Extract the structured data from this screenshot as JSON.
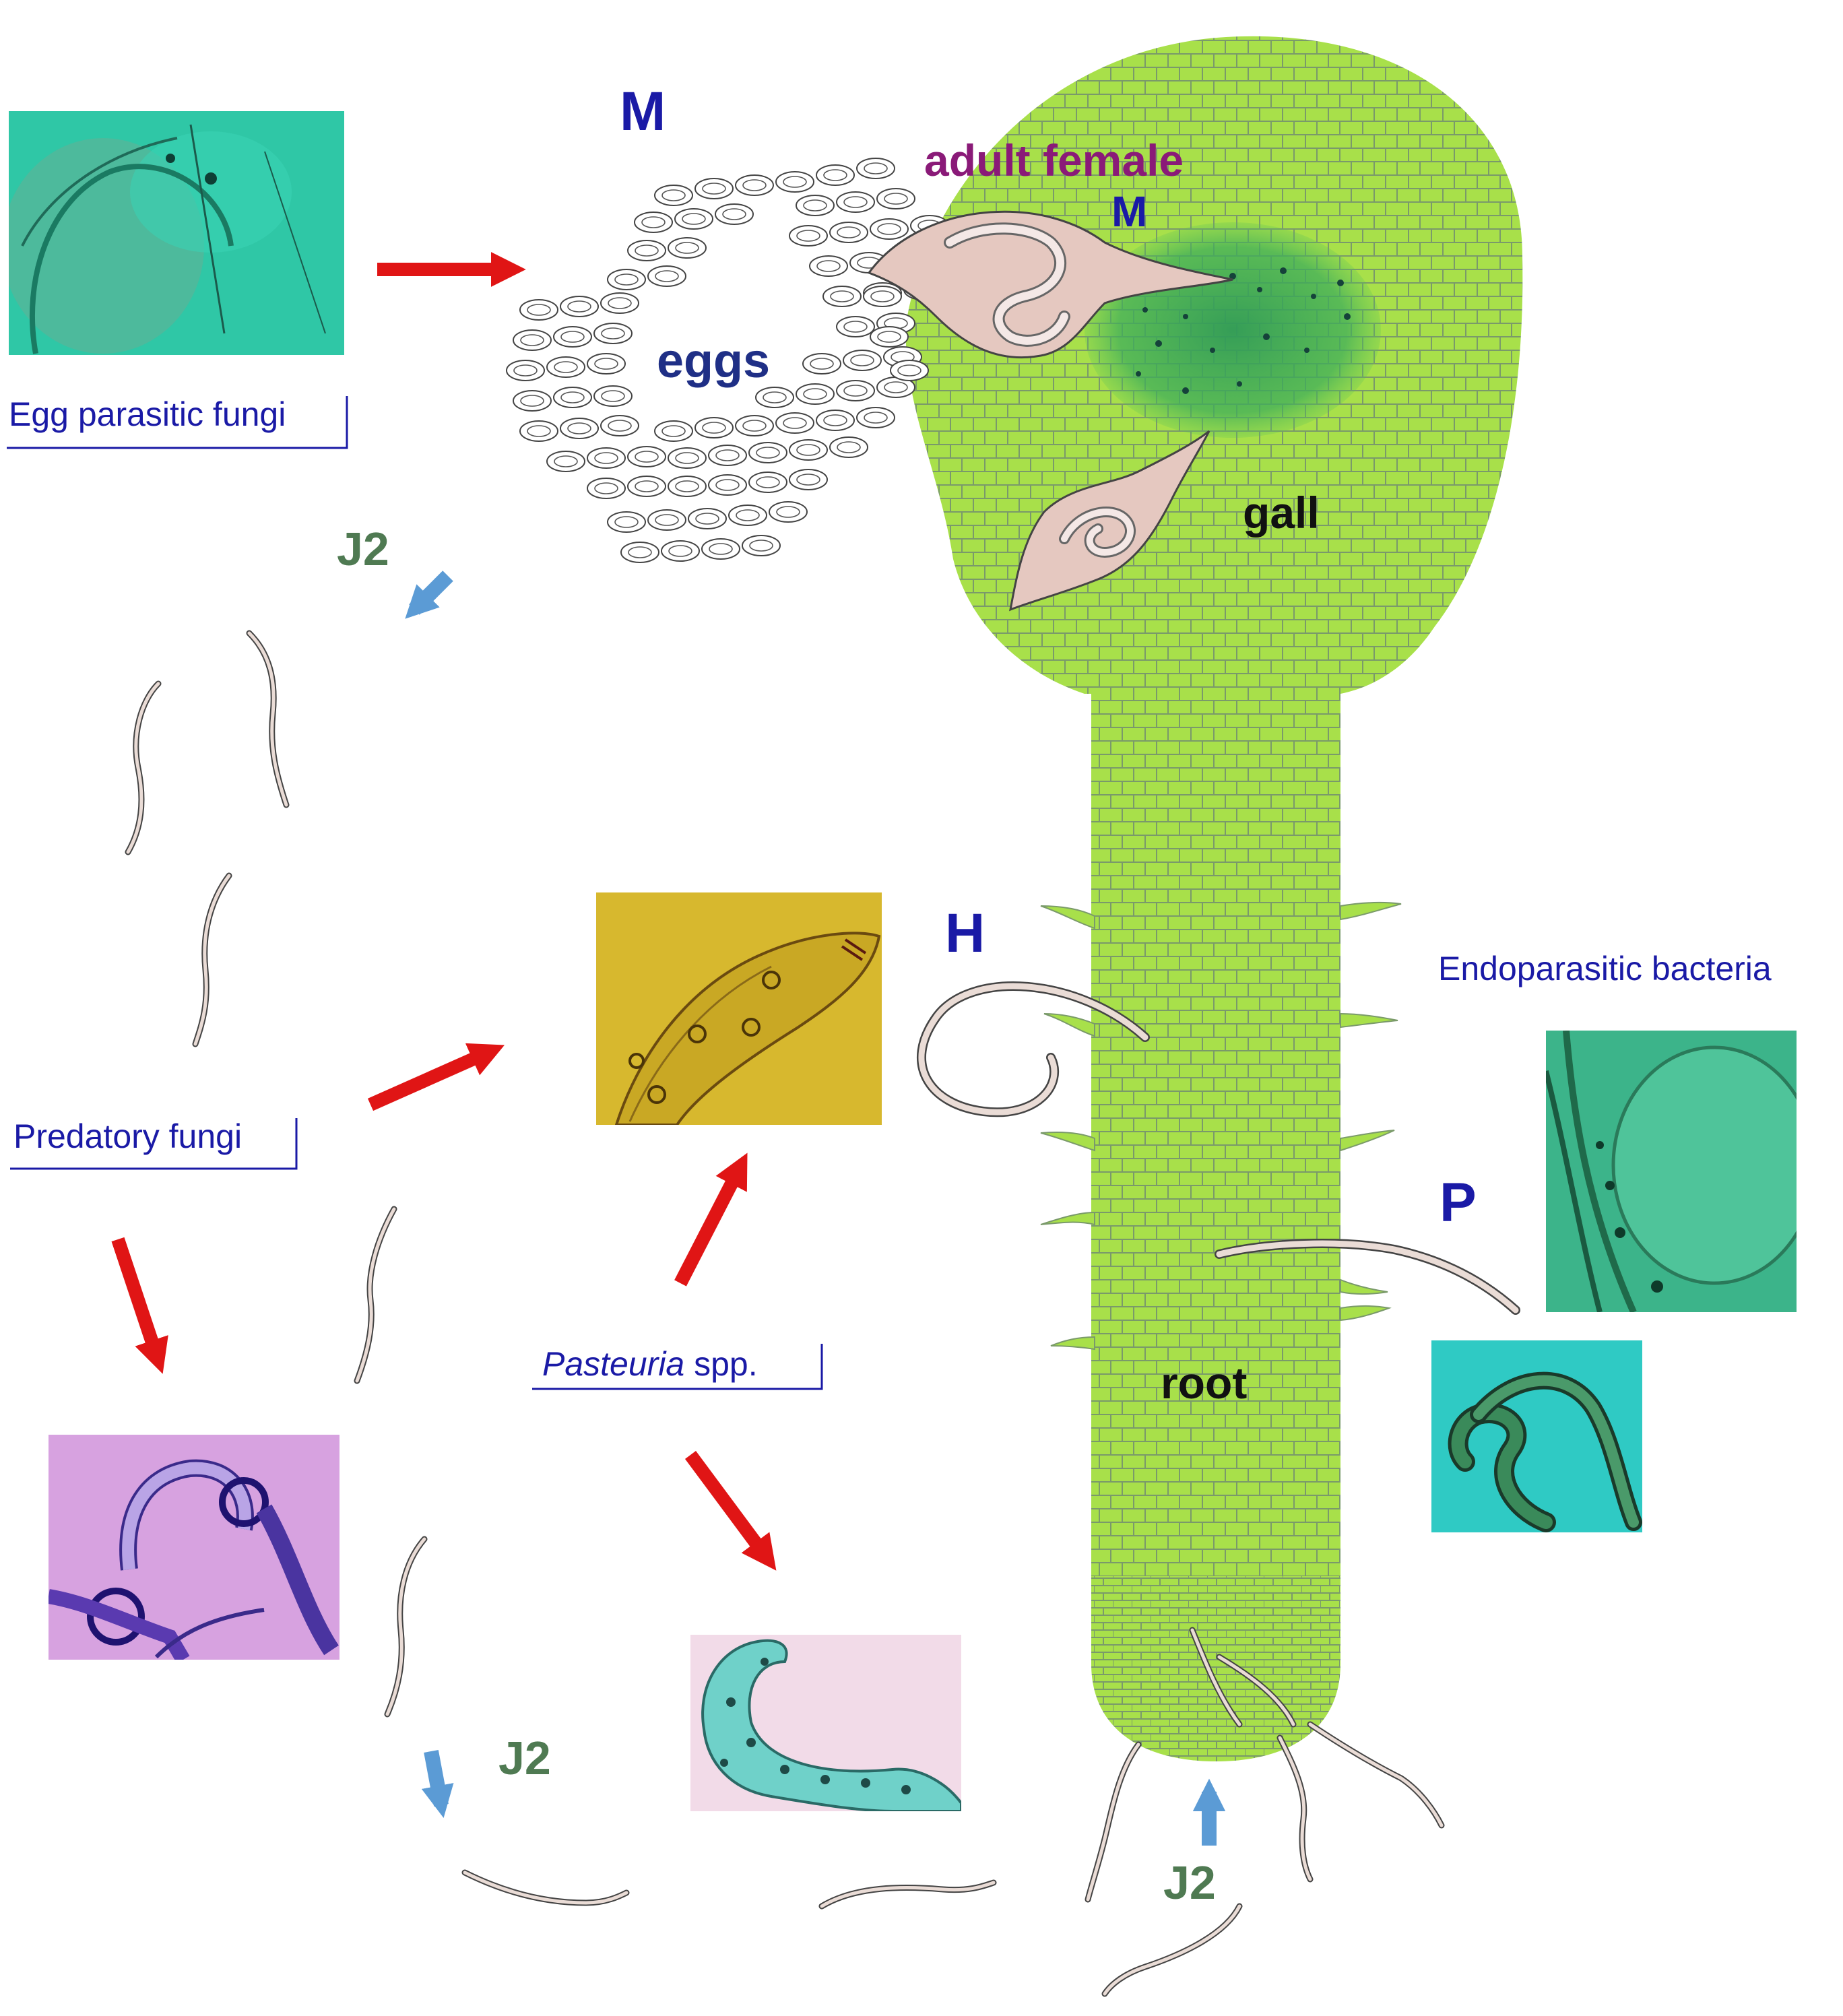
{
  "labels": {
    "m_eggs": "M",
    "m_female": "M",
    "adult_female": "adult female",
    "eggs": "eggs",
    "gall": "gall",
    "root": "root",
    "h": "H",
    "p": "P",
    "j2_top": "J2",
    "j2_bottom_left": "J2",
    "j2_root": "J2"
  },
  "captions": {
    "egg_parasitic_fungi": "Egg parasitic fungi",
    "predatory_fungi": "Predatory fungi",
    "pasteuria_italic": "Pasteuria",
    "pasteuria_rest": " spp.",
    "endoparasitic_bacteria": "Endoparasitic bacteria"
  },
  "colors": {
    "root_fill": "#a8e04a",
    "root_cells": "#7a9a6a",
    "feeding_site": "#3fae5a",
    "red_arrow": "#e01515",
    "blue_arrow": "#5b9bd5",
    "label_blue": "#1a1aa6",
    "label_green": "#4f7a52",
    "label_purple": "#8a1a78",
    "nematode_fill": "#eadcd6",
    "female_fill": "#e5c8c0"
  }
}
